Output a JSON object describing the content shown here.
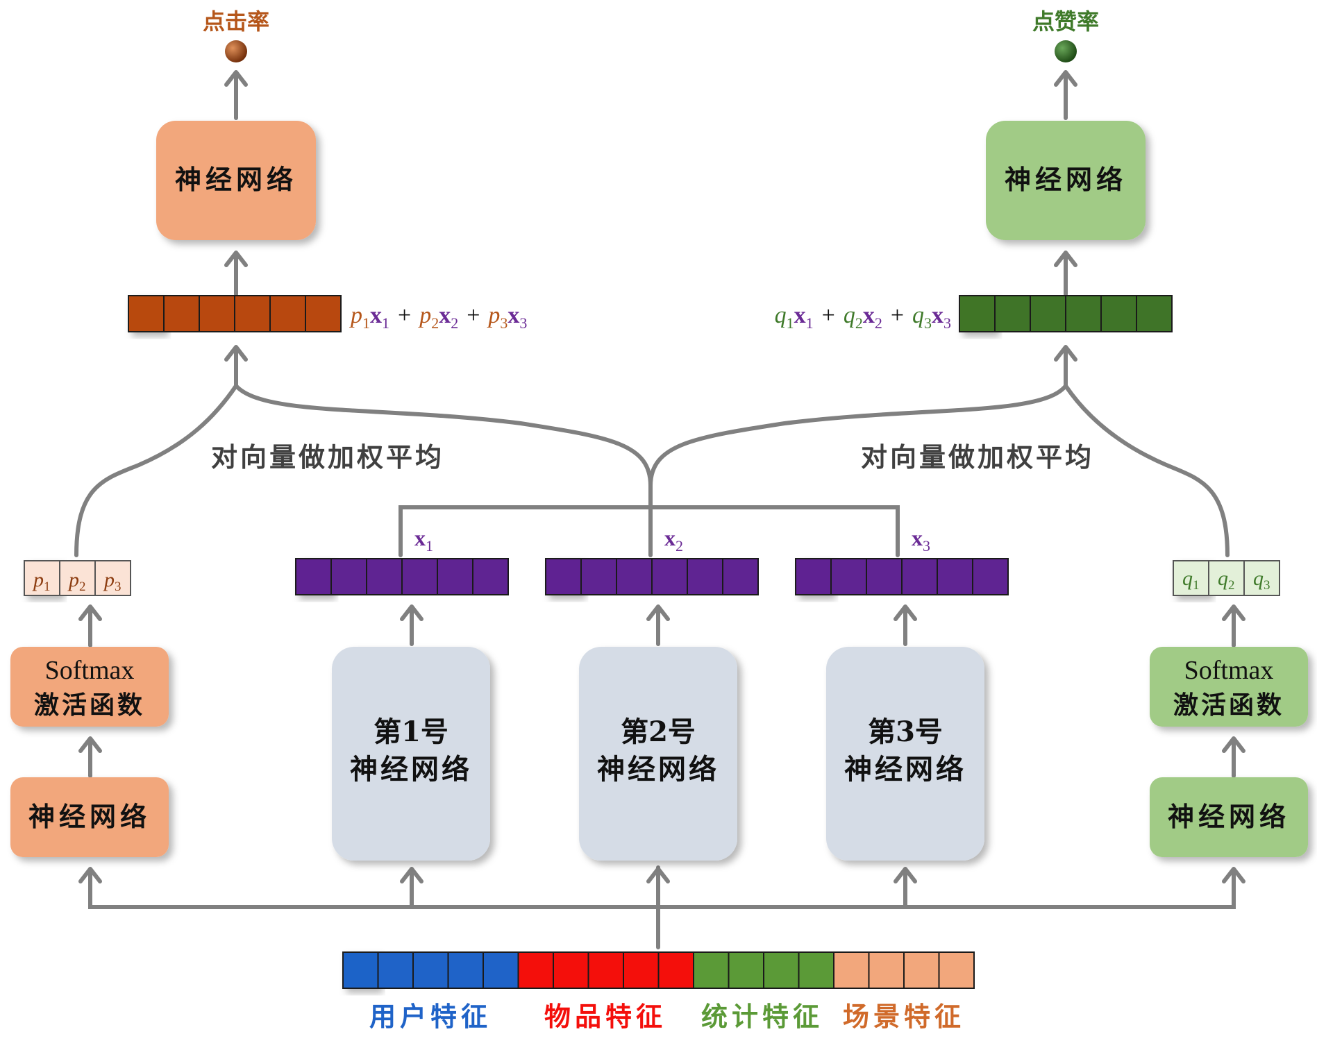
{
  "colors": {
    "orange_box": "#f2a77c",
    "green_box": "#a1cb86",
    "gray_box": "#d5dce6",
    "orange_vec": "#b8480f",
    "green_vec": "#3f7428",
    "purple_vec": "#5f2492",
    "user": "#1f63c8",
    "item": "#f40f0b",
    "stat": "#5b9a37",
    "scene": "#f2a77c",
    "arrow": "#808080",
    "text_orange": "#b5561a",
    "text_green": "#3f7a2a",
    "text_purple": "#6a2a95",
    "text_dark": "#404040"
  },
  "outputs": {
    "click_rate": "点击率",
    "like_rate": "点赞率"
  },
  "top_nets": {
    "left": "神经网络",
    "right": "神经网络"
  },
  "formulas": {
    "left": {
      "c1": "p",
      "s1": "1",
      "v1": "x",
      "vs1": "1",
      "plus1": "+",
      "c2": "p",
      "s2": "2",
      "v2": "x",
      "vs2": "2",
      "plus2": "+",
      "c3": "p",
      "s3": "3",
      "v3": "x",
      "vs3": "3"
    },
    "right": {
      "c1": "q",
      "s1": "1",
      "v1": "x",
      "vs1": "1",
      "plus1": "+",
      "c2": "q",
      "s2": "2",
      "v2": "x",
      "vs2": "2",
      "plus2": "+",
      "c3": "q",
      "s3": "3",
      "v3": "x",
      "vs3": "3"
    }
  },
  "weighted_avg": {
    "left": "对向量做加权平均",
    "right": "对向量做加权平均"
  },
  "vector_labels": [
    {
      "v": "x",
      "sub": "1"
    },
    {
      "v": "x",
      "sub": "2"
    },
    {
      "v": "x",
      "sub": "3"
    }
  ],
  "weights": {
    "left": [
      {
        "c": "p",
        "s": "1"
      },
      {
        "c": "p",
        "s": "2"
      },
      {
        "c": "p",
        "s": "3"
      }
    ],
    "right": [
      {
        "c": "q",
        "s": "1"
      },
      {
        "c": "q",
        "s": "2"
      },
      {
        "c": "q",
        "s": "3"
      }
    ]
  },
  "softmax": {
    "left": {
      "line1": "Softmax",
      "line2": "激活函数"
    },
    "right": {
      "line1": "Softmax",
      "line2": "激活函数"
    }
  },
  "gate_nets": {
    "left": "神经网络",
    "right": "神经网络"
  },
  "experts": [
    {
      "line1": "第1号",
      "line2": "神经网络"
    },
    {
      "line1": "第2号",
      "line2": "神经网络"
    },
    {
      "line1": "第3号",
      "line2": "神经网络"
    }
  ],
  "features": {
    "user": "用户特征",
    "item": "物品特征",
    "stat": "统计特征",
    "scene": "场景特征"
  }
}
